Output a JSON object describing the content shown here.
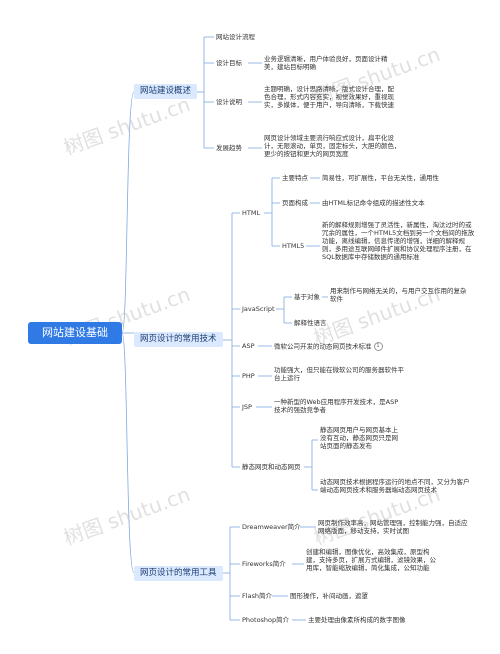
{
  "root": "网站建设基础",
  "sections": [
    {
      "label": "网站建设概述",
      "items": [
        {
          "label": "网站设计流程",
          "desc": ""
        },
        {
          "label": "设计目标",
          "desc": "业务逻辑清晰，用户体验良好，页面设计精美，建站目标明确"
        },
        {
          "label": "设计说明",
          "desc": "主题明确，设计思路清晰，版式设计合理，配色合理，形式内容充实，视觉效果好，重视现实，多媒体，便于用户，导向清晰，下载快速"
        },
        {
          "label": "发展趋势",
          "desc": "网页设计领域主要流行响应式设计，扁平化设计，无限滚动，单页，固定标头，大胆的颜色，更少的按钮和更大的网页宽度"
        }
      ]
    },
    {
      "label": "网页设计的常用技术",
      "html": {
        "label": "HTML",
        "items": [
          {
            "label": "主要特点",
            "desc": "简易性，可扩展性，平台无关性，通用性"
          },
          {
            "label": "页面构成",
            "desc": "由HTML标记命令组成的描述性文本"
          },
          {
            "label": "HTML5",
            "desc": "新的解释规则增强了灵活性，新属性，淘汰过时的或冗余的属性，一个HTML5文档到另一个文档间的拖放功能，离线编辑，信息传递的增强，详细的解释规则，多用途互联网邮件扩展和协议处理程序注册，在SQL数据库中存储数据的通用标准"
          }
        ]
      },
      "js": {
        "label": "JavaScript",
        "items": [
          {
            "label": "基于对象",
            "desc": "用来制作与网络无关的，与用户交互作用的复杂软件"
          },
          {
            "label": "解释性语言",
            "desc": ""
          }
        ]
      },
      "asp": {
        "label": "ASP",
        "desc": "微软公司开发的动态网页技术标准",
        "badge": "1"
      },
      "php": {
        "label": "PHP",
        "desc": "功能强大，但只能在微软公司的服务器软件平台上运行"
      },
      "jsp": {
        "label": "JSP",
        "desc": "一种新型的Web应用程序开发技术，是ASP技术的强劲竞争者"
      },
      "dyn": {
        "label": "静态网页和动态网页",
        "items": [
          {
            "desc": "静态网页用户与网页基本上没有互动，静态网页只是网站页面的静态发布"
          },
          {
            "desc": "动态网页技术根据程序运行的地点不同，又分为客户端动态网页技术和服务器端动态网页技术"
          }
        ]
      }
    },
    {
      "label": "网页设计的常用工具",
      "items": [
        {
          "label": "Dreamweaver简介",
          "desc": "网页制作效率高，网站管理强，控制能力强，自适应网络版面，移动支持，实时试图"
        },
        {
          "label": "Fireworks简介",
          "desc": "创建和编辑，图像优化，高效集成，原型构建，支持多页，扩展方式编辑，滤镜效果，公用库，智能缩放编辑，简化集成，公知功能"
        },
        {
          "label": "Flash简介",
          "desc": "图形操作，补间动画，遮罩"
        },
        {
          "label": "Photoshop简介",
          "desc": "主要处理由像素所构成的数字图像"
        }
      ]
    }
  ],
  "watermark": "树图 shutu.cn",
  "colors": {
    "root": "#2f7ae5",
    "level1_bg": "#dbe9ff",
    "line": "#7ea9e0"
  }
}
